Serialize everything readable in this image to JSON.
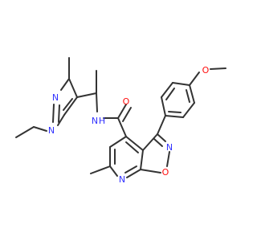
{
  "colors": {
    "bond": "#333333",
    "nitrogen": "#3333ff",
    "oxygen": "#ff0d0d",
    "background": "#ffffff"
  },
  "atoms": {
    "n_pyrazole_1": "N",
    "n_pyrazole_2": "N",
    "n_amide": "N",
    "h_amide": "H",
    "o_carbonyl": "O",
    "n_isoxazole": "N",
    "o_isoxazole": "O",
    "n_pyridine": "N",
    "o_methoxy": "O"
  }
}
